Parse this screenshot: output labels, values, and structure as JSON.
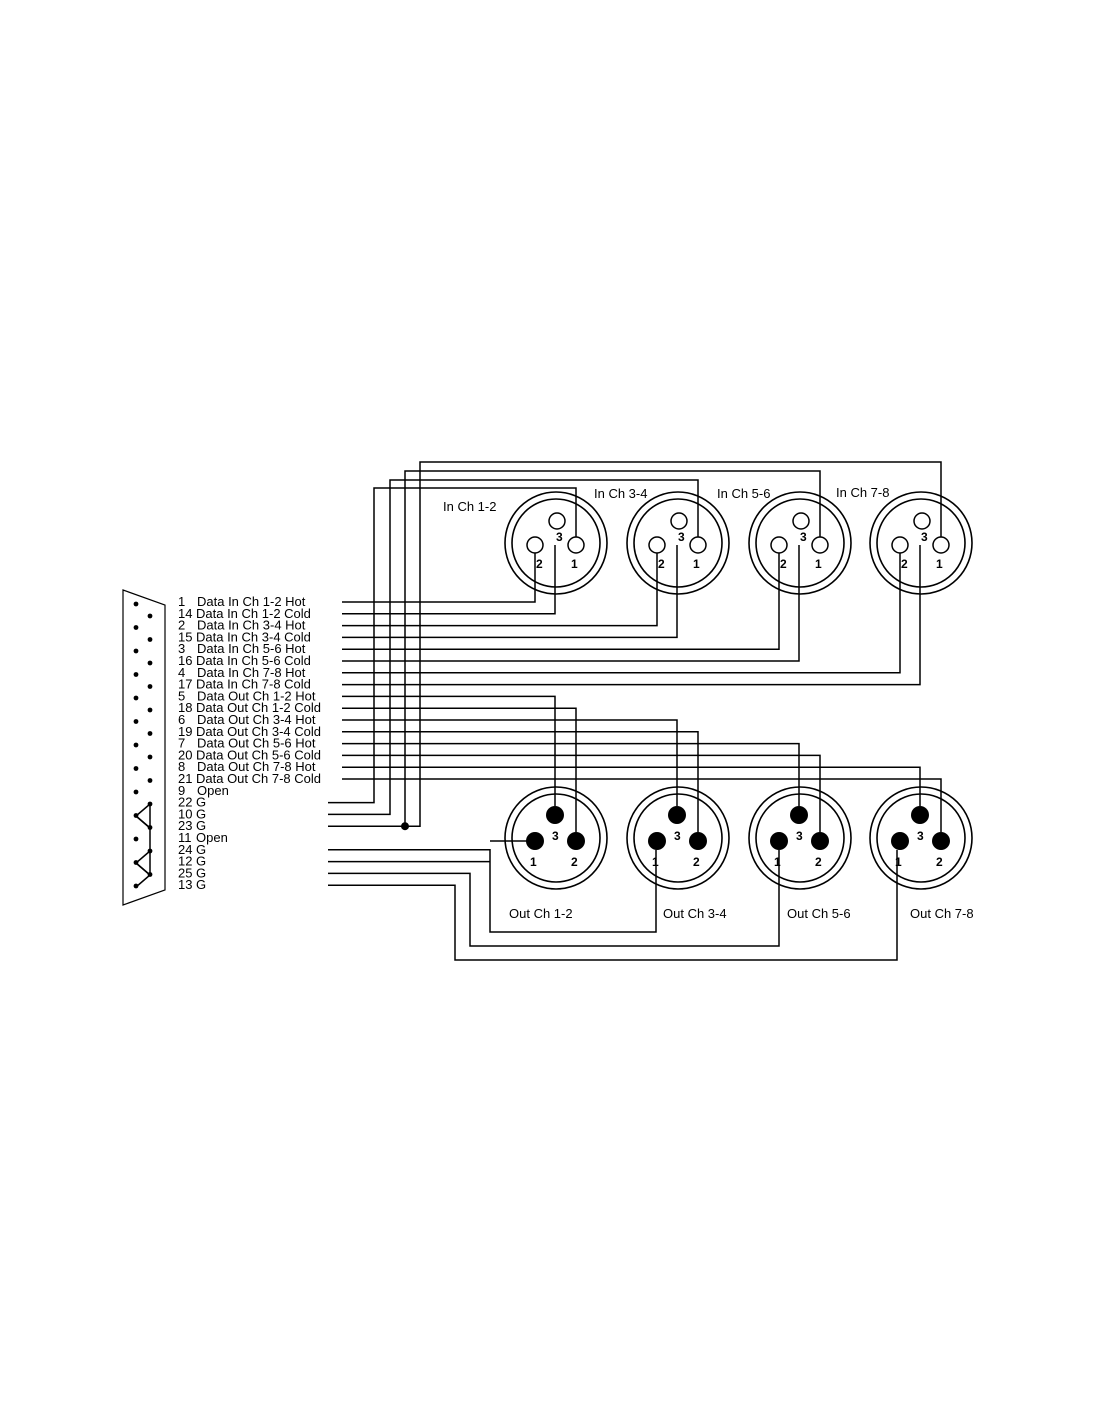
{
  "db25_pins": [
    {
      "num": "1",
      "label": "Data In Ch 1-2 Hot"
    },
    {
      "num": "14",
      "label": "Data In Ch 1-2 Cold"
    },
    {
      "num": "2",
      "label": "Data In Ch 3-4 Hot"
    },
    {
      "num": "15",
      "label": "Data In Ch 3-4 Cold"
    },
    {
      "num": "3",
      "label": "Data In Ch 5-6 Hot"
    },
    {
      "num": "16",
      "label": "Data In Ch 5-6 Cold"
    },
    {
      "num": "4",
      "label": "Data In Ch 7-8 Hot"
    },
    {
      "num": "17",
      "label": "Data In Ch 7-8 Cold"
    },
    {
      "num": "5",
      "label": "Data Out Ch 1-2 Hot"
    },
    {
      "num": "18",
      "label": "Data Out Ch 1-2 Cold"
    },
    {
      "num": "6",
      "label": "Data Out Ch 3-4 Hot"
    },
    {
      "num": "19",
      "label": "Data Out Ch 3-4 Cold"
    },
    {
      "num": "7",
      "label": "Data Out Ch 5-6 Hot"
    },
    {
      "num": "20",
      "label": "Data Out Ch 5-6 Cold"
    },
    {
      "num": "8",
      "label": "Data Out Ch 7-8 Hot"
    },
    {
      "num": "21",
      "label": "Data Out Ch 7-8 Cold"
    },
    {
      "num": "9",
      "label": "Open"
    },
    {
      "num": "22",
      "label": "G"
    },
    {
      "num": "10",
      "label": "G"
    },
    {
      "num": "23",
      "label": "G"
    },
    {
      "num": "11",
      "label": "Open"
    },
    {
      "num": "24",
      "label": "G"
    },
    {
      "num": "12",
      "label": "G"
    },
    {
      "num": "25",
      "label": "G"
    },
    {
      "num": "13",
      "label": "G"
    }
  ],
  "input_connectors": [
    {
      "label": "In Ch 1-2"
    },
    {
      "label": "In Ch 3-4"
    },
    {
      "label": "In Ch 5-6"
    },
    {
      "label": "In Ch 7-8"
    }
  ],
  "output_connectors": [
    {
      "label": "Out Ch 1-2"
    },
    {
      "label": "Out Ch 3-4"
    },
    {
      "label": "Out Ch 5-6"
    },
    {
      "label": "Out Ch 7-8"
    }
  ],
  "xlr_pin_numbers": {
    "pin1": "1",
    "pin2": "2",
    "pin3": "3"
  }
}
